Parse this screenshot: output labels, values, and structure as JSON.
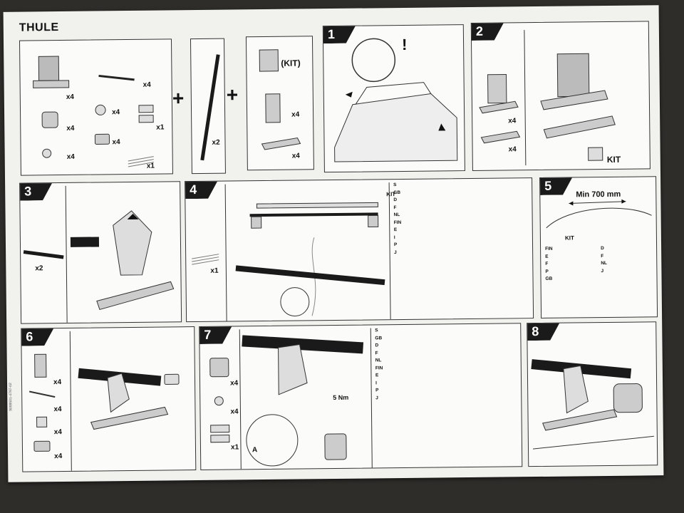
{
  "brand": "THULE",
  "contents": {
    "items_qty": [
      "x4",
      "x4",
      "x4",
      "x4",
      "x4",
      "x4",
      "x1",
      "x1"
    ],
    "bars_qty": "x2",
    "kit_label": "(KIT)",
    "kit_qty": [
      "x4",
      "x4"
    ]
  },
  "steps": {
    "s1": {
      "num": "1",
      "mark": "!"
    },
    "s2": {
      "num": "2",
      "qty": [
        "x4",
        "x4"
      ],
      "kit": "KIT"
    },
    "s3": {
      "num": "3",
      "qty": "x2"
    },
    "s4": {
      "num": "4",
      "qty": "x1",
      "kit": "KIT"
    },
    "s5": {
      "num": "5",
      "min": "Min 700 mm",
      "kit": "KIT"
    },
    "s6": {
      "num": "6",
      "qty": [
        "x4",
        "x4",
        "x4",
        "x4"
      ]
    },
    "s7": {
      "num": "7",
      "qty": [
        "x4",
        "x4",
        "x1"
      ],
      "torque": "5 Nm",
      "callout": "A"
    },
    "s8": {
      "num": "8"
    }
  },
  "lang_codes_4": [
    "S",
    "GB",
    "D",
    "F",
    "NL",
    "FIN",
    "E",
    "I",
    "P",
    "J"
  ],
  "lang_codes_5": [
    "FIN",
    "E",
    "F",
    "P",
    "GB",
    "D",
    "F",
    "NL",
    "J"
  ],
  "lang_codes_7": [
    "S",
    "GB",
    "D",
    "F",
    "NL",
    "FIN",
    "E",
    "I",
    "P",
    "J"
  ],
  "doc_code": "9099501-4797-02"
}
